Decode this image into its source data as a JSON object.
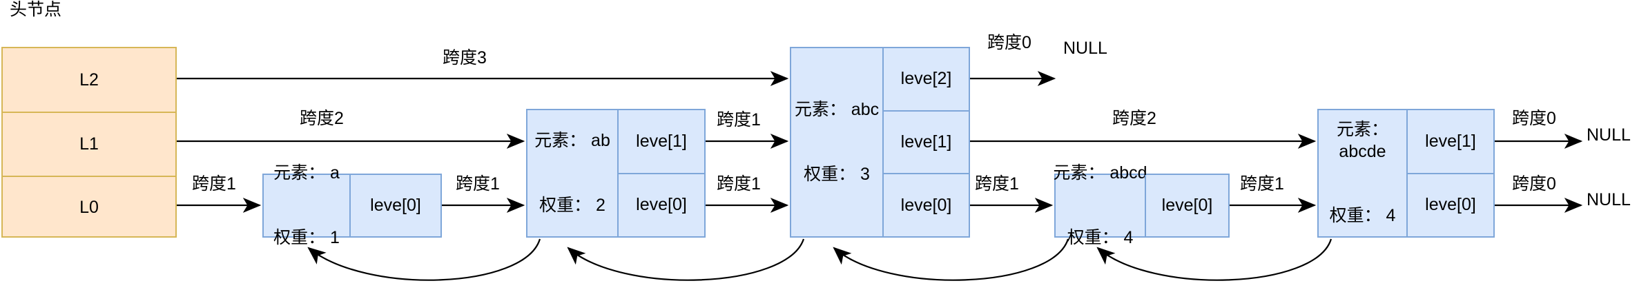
{
  "diagram": {
    "title": "头节点",
    "colors": {
      "head_fill": "#ffe6cc",
      "head_stroke": "#d6b656",
      "node_fill": "#dae8fc",
      "node_stroke": "#7ea6d9",
      "arrow": "#000000",
      "background": "#ffffff"
    },
    "head_node": {
      "name": "head-node",
      "levels": [
        "L2",
        "L1",
        "L0"
      ]
    },
    "nodes": [
      {
        "id": "a",
        "element_label": "元素： a",
        "weight_label": "权重： 1",
        "levels": [
          "leve[0]"
        ]
      },
      {
        "id": "ab",
        "element_label": "元素： ab",
        "weight_label": "权重： 2",
        "levels": [
          "leve[1]",
          "leve[0]"
        ]
      },
      {
        "id": "abc",
        "element_label": "元素： abc",
        "weight_label": "权重： 3",
        "levels": [
          "leve[2]",
          "leve[1]",
          "leve[0]"
        ]
      },
      {
        "id": "abcd",
        "element_label": "元素： abcd",
        "weight_label": "权重： 4",
        "levels": [
          "leve[0]"
        ]
      },
      {
        "id": "abcde",
        "element_label": "元素：\nabcde",
        "weight_label": "权重： 4",
        "levels": [
          "leve[1]",
          "leve[0]"
        ]
      }
    ],
    "span_labels": [
      {
        "id": "span-head-l2-abc",
        "text": "跨度3"
      },
      {
        "id": "span-head-l1-ab",
        "text": "跨度2"
      },
      {
        "id": "span-head-l0-a",
        "text": "跨度1"
      },
      {
        "id": "span-a-l0-ab",
        "text": "跨度1"
      },
      {
        "id": "span-ab-l1-abc",
        "text": "跨度1"
      },
      {
        "id": "span-ab-l0-abc",
        "text": "跨度1"
      },
      {
        "id": "span-abc-l2-null",
        "text": "跨度0"
      },
      {
        "id": "span-abc-l1-abcde",
        "text": "跨度2"
      },
      {
        "id": "span-abc-l0-abcd",
        "text": "跨度1"
      },
      {
        "id": "span-abcd-l0-abcde",
        "text": "跨度1"
      },
      {
        "id": "span-abcde-l1-null",
        "text": "跨度0"
      },
      {
        "id": "span-abcde-l0-null",
        "text": "跨度0"
      }
    ],
    "null_terminators": [
      {
        "id": "null-level2",
        "text": "NULL"
      },
      {
        "id": "null-level1",
        "text": "NULL"
      },
      {
        "id": "null-level0",
        "text": "NULL"
      }
    ]
  }
}
